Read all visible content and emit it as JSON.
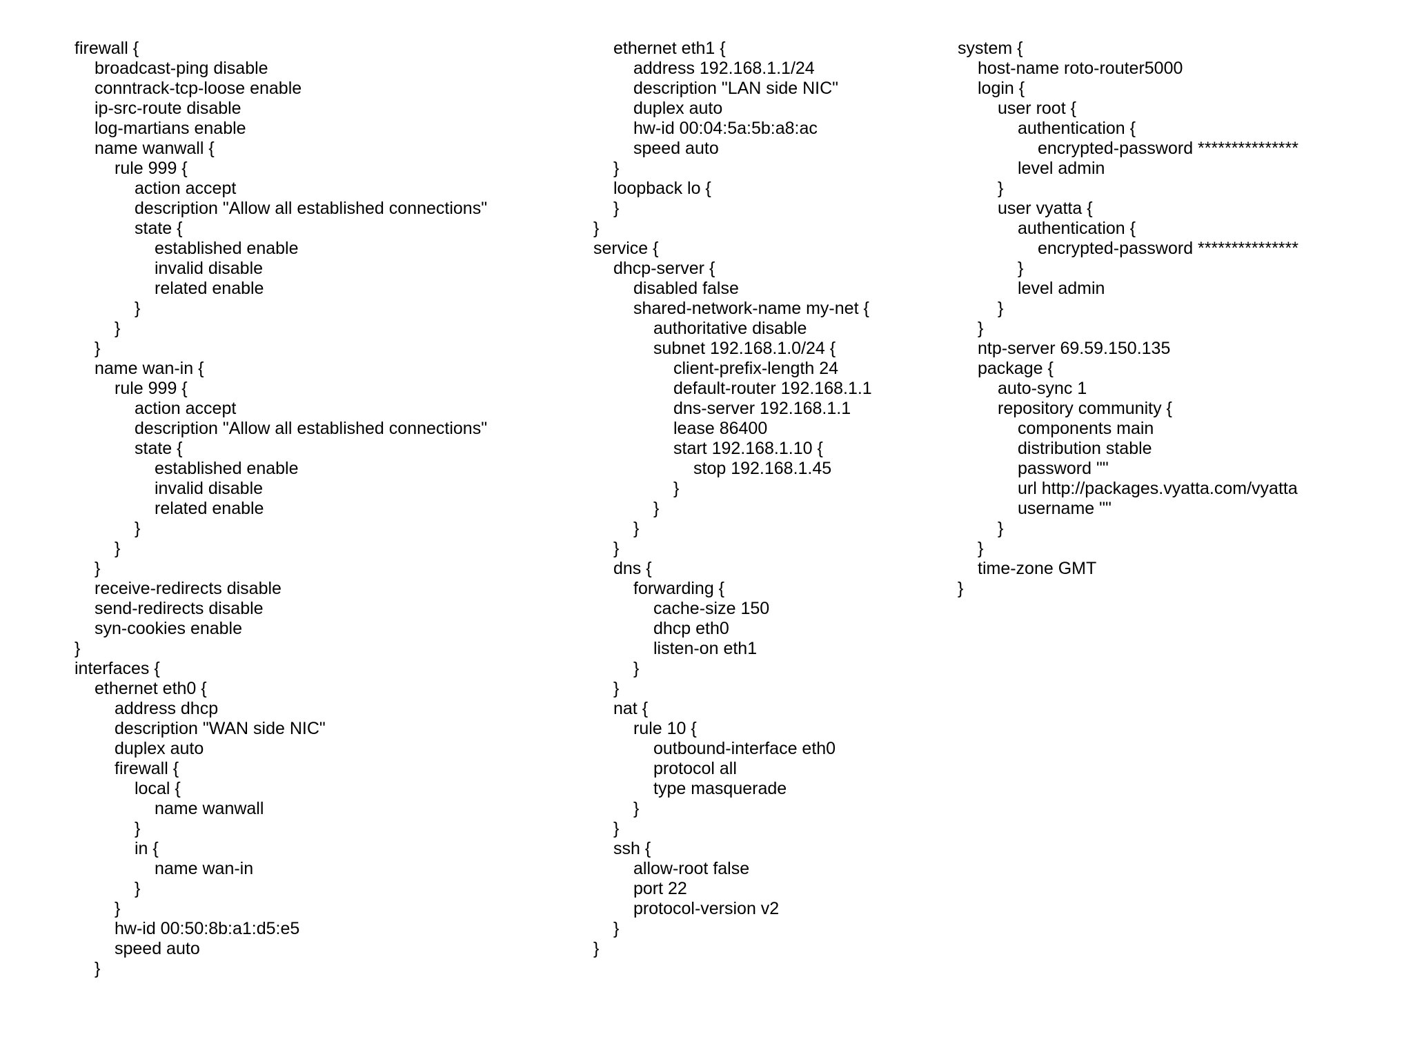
{
  "columns": [
    {
      "id": "col-1",
      "lines": [
        {
          "t": "firewall {",
          "d": 0
        },
        {
          "t": "broadcast-ping disable",
          "d": 1
        },
        {
          "t": "conntrack-tcp-loose enable",
          "d": 1
        },
        {
          "t": "ip-src-route disable",
          "d": 1
        },
        {
          "t": "log-martians enable",
          "d": 1
        },
        {
          "t": "name wanwall {",
          "d": 1
        },
        {
          "t": "rule 999 {",
          "d": 2
        },
        {
          "t": "action accept",
          "d": 3
        },
        {
          "t": "description \"Allow all established connections\"",
          "d": 3
        },
        {
          "t": "state {",
          "d": 3
        },
        {
          "t": "established enable",
          "d": 4
        },
        {
          "t": "invalid disable",
          "d": 4
        },
        {
          "t": "related enable",
          "d": 4
        },
        {
          "t": "}",
          "d": 3
        },
        {
          "t": "}",
          "d": 2
        },
        {
          "t": "}",
          "d": 1
        },
        {
          "t": "name wan-in {",
          "d": 1
        },
        {
          "t": "rule 999 {",
          "d": 2
        },
        {
          "t": "action accept",
          "d": 3
        },
        {
          "t": "description \"Allow all established connections\"",
          "d": 3
        },
        {
          "t": "state {",
          "d": 3
        },
        {
          "t": "established enable",
          "d": 4
        },
        {
          "t": "invalid disable",
          "d": 4
        },
        {
          "t": "related enable",
          "d": 4
        },
        {
          "t": "}",
          "d": 3
        },
        {
          "t": "}",
          "d": 2
        },
        {
          "t": "}",
          "d": 1
        },
        {
          "t": "receive-redirects disable",
          "d": 1
        },
        {
          "t": "send-redirects disable",
          "d": 1
        },
        {
          "t": "syn-cookies enable",
          "d": 1
        },
        {
          "t": "}",
          "d": 0
        },
        {
          "t": "interfaces {",
          "d": 0
        },
        {
          "t": "ethernet eth0 {",
          "d": 1
        },
        {
          "t": "address dhcp",
          "d": 2
        },
        {
          "t": "description \"WAN side NIC\"",
          "d": 2
        },
        {
          "t": "duplex auto",
          "d": 2
        },
        {
          "t": "firewall {",
          "d": 2
        },
        {
          "t": "local {",
          "d": 3
        },
        {
          "t": "name wanwall",
          "d": 4
        },
        {
          "t": "}",
          "d": 3
        },
        {
          "t": "in {",
          "d": 3
        },
        {
          "t": "name wan-in",
          "d": 4
        },
        {
          "t": "}",
          "d": 3
        },
        {
          "t": "}",
          "d": 2
        },
        {
          "t": "hw-id 00:50:8b:a1:d5:e5",
          "d": 2
        },
        {
          "t": "speed auto",
          "d": 2
        },
        {
          "t": "}",
          "d": 1
        }
      ]
    },
    {
      "id": "col-2",
      "lines": [
        {
          "t": "ethernet eth1 {",
          "d": 1
        },
        {
          "t": "address 192.168.1.1/24",
          "d": 2
        },
        {
          "t": "description \"LAN side NIC\"",
          "d": 2
        },
        {
          "t": "duplex auto",
          "d": 2
        },
        {
          "t": "hw-id 00:04:5a:5b:a8:ac",
          "d": 2
        },
        {
          "t": "speed auto",
          "d": 2
        },
        {
          "t": "}",
          "d": 1
        },
        {
          "t": "loopback lo {",
          "d": 1
        },
        {
          "t": "}",
          "d": 1
        },
        {
          "t": "}",
          "d": 0
        },
        {
          "t": "service {",
          "d": 0
        },
        {
          "t": "dhcp-server {",
          "d": 1
        },
        {
          "t": "disabled false",
          "d": 2
        },
        {
          "t": "shared-network-name my-net {",
          "d": 2
        },
        {
          "t": "authoritative disable",
          "d": 3
        },
        {
          "t": "subnet 192.168.1.0/24 {",
          "d": 3
        },
        {
          "t": "client-prefix-length 24",
          "d": 4
        },
        {
          "t": "default-router 192.168.1.1",
          "d": 4
        },
        {
          "t": "dns-server 192.168.1.1",
          "d": 4
        },
        {
          "t": "lease 86400",
          "d": 4
        },
        {
          "t": "start 192.168.1.10 {",
          "d": 4
        },
        {
          "t": "stop 192.168.1.45",
          "d": 5
        },
        {
          "t": "}",
          "d": 4
        },
        {
          "t": "}",
          "d": 3
        },
        {
          "t": "}",
          "d": 2
        },
        {
          "t": "}",
          "d": 1
        },
        {
          "t": "dns {",
          "d": 1
        },
        {
          "t": "forwarding {",
          "d": 2
        },
        {
          "t": "cache-size 150",
          "d": 3
        },
        {
          "t": "dhcp eth0",
          "d": 3
        },
        {
          "t": "listen-on eth1",
          "d": 3
        },
        {
          "t": "}",
          "d": 2
        },
        {
          "t": "}",
          "d": 1
        },
        {
          "t": "nat {",
          "d": 1
        },
        {
          "t": "rule 10 {",
          "d": 2
        },
        {
          "t": "outbound-interface eth0",
          "d": 3
        },
        {
          "t": "protocol all",
          "d": 3
        },
        {
          "t": "type masquerade",
          "d": 3
        },
        {
          "t": "}",
          "d": 2
        },
        {
          "t": "}",
          "d": 1
        },
        {
          "t": "ssh {",
          "d": 1
        },
        {
          "t": "allow-root false",
          "d": 2
        },
        {
          "t": "port 22",
          "d": 2
        },
        {
          "t": "protocol-version v2",
          "d": 2
        },
        {
          "t": "}",
          "d": 1
        },
        {
          "t": "}",
          "d": 0
        }
      ]
    },
    {
      "id": "col-3",
      "lines": [
        {
          "t": "system {",
          "d": 0
        },
        {
          "t": "host-name roto-router5000",
          "d": 1
        },
        {
          "t": "login {",
          "d": 1
        },
        {
          "t": "user root {",
          "d": 2
        },
        {
          "t": "authentication {",
          "d": 3
        },
        {
          "t": "encrypted-password ***************",
          "d": 4
        },
        {
          "t": "level admin",
          "d": 3
        },
        {
          "t": "}",
          "d": 2
        },
        {
          "t": "user vyatta {",
          "d": 2
        },
        {
          "t": "authentication {",
          "d": 3
        },
        {
          "t": "encrypted-password ***************",
          "d": 4
        },
        {
          "t": "}",
          "d": 3
        },
        {
          "t": "level admin",
          "d": 3
        },
        {
          "t": "}",
          "d": 2
        },
        {
          "t": "}",
          "d": 1
        },
        {
          "t": "ntp-server 69.59.150.135",
          "d": 1
        },
        {
          "t": "package {",
          "d": 1
        },
        {
          "t": "auto-sync 1",
          "d": 2
        },
        {
          "t": "repository community {",
          "d": 2
        },
        {
          "t": "components main",
          "d": 3
        },
        {
          "t": "distribution stable",
          "d": 3
        },
        {
          "t": "password \"\"",
          "d": 3
        },
        {
          "t": "url http://packages.vyatta.com/vyatta",
          "d": 3
        },
        {
          "t": "username \"\"",
          "d": 3
        },
        {
          "t": "}",
          "d": 2
        },
        {
          "t": "}",
          "d": 1
        },
        {
          "t": "time-zone GMT",
          "d": 1
        },
        {
          "t": "}",
          "d": 0
        }
      ]
    }
  ]
}
